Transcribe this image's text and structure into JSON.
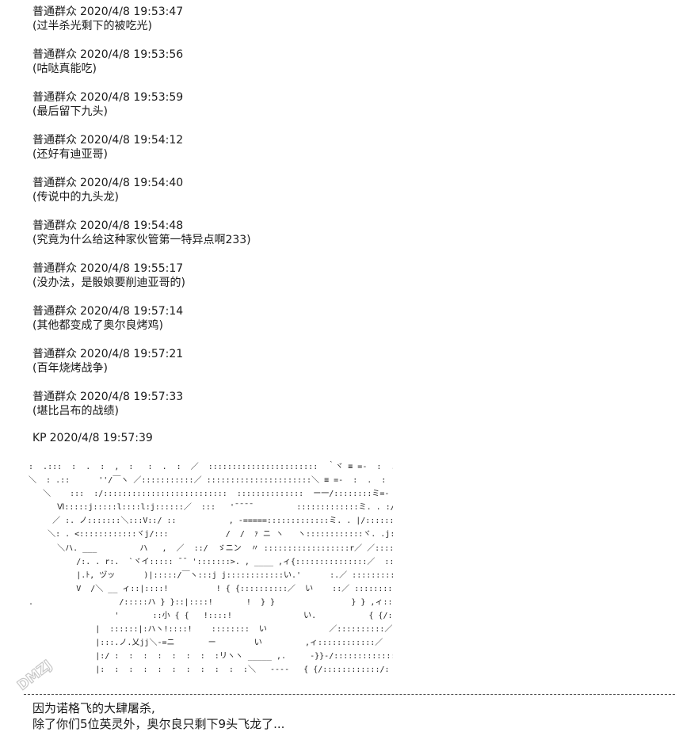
{
  "log": [
    {
      "name": "普通群众",
      "time": "2020/4/8 19:53:47",
      "message": "(过半杀光剩下的被吃光)"
    },
    {
      "name": "普通群众",
      "time": "2020/4/8 19:53:56",
      "message": "(咕哒真能吃)"
    },
    {
      "name": "普通群众",
      "time": "2020/4/8 19:53:59",
      "message": "(最后留下九头)"
    },
    {
      "name": "普通群众",
      "time": "2020/4/8 19:54:12",
      "message": "(还好有迪亚哥)"
    },
    {
      "name": "普通群众",
      "time": "2020/4/8 19:54:40",
      "message": "(传说中的九头龙)"
    },
    {
      "name": "普通群众",
      "time": "2020/4/8 19:54:48",
      "message": "(究竟为什么给这种家伙管第一特异点啊233)"
    },
    {
      "name": "普通群众",
      "time": "2020/4/8 19:55:17",
      "message": "(没办法，是骰娘要削迪亚哥的)"
    },
    {
      "name": "普通群众",
      "time": "2020/4/8 19:57:14",
      "message": "(其他都变成了奥尔良烤鸡)"
    },
    {
      "name": "普通群众",
      "time": "2020/4/8 19:57:21",
      "message": "(百年烧烤战争)"
    },
    {
      "name": "普通群众",
      "time": "2020/4/8 19:57:33",
      "message": "(堪比吕布的战绩)"
    }
  ],
  "kp": {
    "name": "KP",
    "time": "2020/4/8 19:57:39"
  },
  "ascii_art": ":  .:::  :  .  :  ,  :   :  .  :  ／  :::::::::::::::::::::::  ｀ヾ ≡ =-  :  .  :  .  :  .  :  .  :  .  :  :\n＼  : .::      ''/￣ヽ ／:::::::::::／ ::::::::::::::::::::::＼ ≡ =-  :  .  :  .  :  .  :  .  :  .\n   ＼    :::  :/::::::::::::::::::::::::::  ::::::::::::::  ー一/::::::::ミ=-  :  .  __  :  .  :  .  :\n      Ⅵ:::::j:::::l::::l:j::::::／  :::   '¯¯¯¯         :::::::::::::ミ. . :/ ハ ヽ . . ,ィ≦:::\n     ／ :. ノ:::::::＼:::V::/ ::           , -=====:::::::::::::ミ. . |/::::::::]／ :::::::::::\n    ＼: . <::::::::::::ヾj/:::            /  /  ｧ ニ ヽ   ヽ::::::::::::ヾ. .j:. j:. :／:::::::::::::\n      ＼ハ. ___         ハ   ,  ／  ::/  ゞニン  〃 ::::::::::::::::::r／ ／:::::::::::::::／\n          /:. . r:.  `ヾイ::::: ¯¯ ':::::::>. , ____ ,ィ{:::::::::::::::／  ::::::::::::::::／ ::::\n          |.ﾄ, ヅッ      )|:::::/￣ヽ:::j j::::::::::::い.'      :.／ :::::::::::::::／ ::::::::\n          V  /＼ __ ィ::|::::!          ! { {::::::::::／  い    ::／ :::::::::::::::／ :::::::::::\n.                  /:::::ハ } }::|::::!       !  } }                } } ,ィ:::::::::::::／ ::::::::::::::::::\n                  '       ::小 { {   !::::!               い.           { {/::::::::::::／, ::::::::::::::::::::\n              |  ::::::|:ハヽ!::::!    ::::::::  い             ／::::::::::／ :  :  :  :  ヽ::::::::::::::\n              |:::.ノ.乂jj＼-=ニ       ー        い         ,ィ::::::::::::／  :  :  :  :  :  :  ＼::::::::::\n              |:/ :  :  :  :  :  :  :  :リヽヽ _____ ,.     -}}-/:::::::::::::/  :  :  :  :  :  :  :  :  ＼:::::\n              |:  :  :  :  :  :  :  :  :  :  :＼   ----   { {/::::::::::::/:  :  :  :  :  :  :  :  :  :  :  :  ヽ",
  "caption": {
    "line1": "因为诺格飞的大肆屠杀,",
    "line2": "除了你们5位英灵外，奥尔良只剩下9头飞龙了..."
  },
  "watermark": {
    "text": "DMZJ",
    "icon": "watermark-logo-icon",
    "color": "#9a9a9a"
  }
}
